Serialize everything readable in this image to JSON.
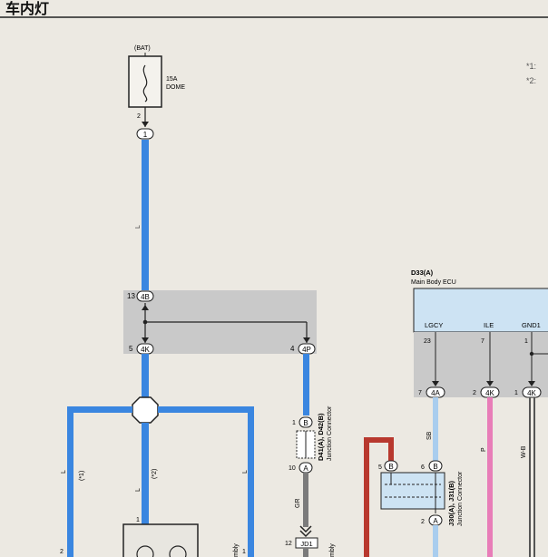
{
  "header": {
    "title": "车内灯"
  },
  "notes": [
    "*1:",
    "*2:"
  ],
  "fuse": {
    "source": "(BAT)",
    "rating": "15A",
    "name": "DOME",
    "pin_label": "2",
    "connector": "1"
  },
  "junction_upper": {
    "pin_13": "13",
    "conn_4b": "4B",
    "pin_5": "5",
    "conn_4k": "4K",
    "pin_4": "4",
    "conn_4p": "4P"
  },
  "junction_d41": {
    "pin_1": "1",
    "conn_b": "B",
    "pin_10": "10",
    "conn_a": "A",
    "id_label": "D41(A), D42(B)",
    "name": "Junction Connector",
    "wire_color": "GR",
    "jd_pin": "12",
    "jd_label": "JD1"
  },
  "ecu": {
    "id": "D33(A)",
    "name": "Main Body ECU",
    "terminals": [
      "LGCY",
      "ILE",
      "GND1"
    ],
    "pins": [
      "23",
      "7",
      "1"
    ],
    "wire_colors": [
      "SB",
      "P",
      "W-B"
    ],
    "connectors": [
      {
        "pin": "7",
        "conn": "4A"
      },
      {
        "pin": "2",
        "conn": "4K"
      },
      {
        "pin": "1",
        "conn": "4K"
      }
    ]
  },
  "junction_j30": {
    "pin_5": "5",
    "conn_b1": "B",
    "pin_6": "6",
    "conn_b2": "B",
    "pin_2": "2",
    "conn_a": "A",
    "id_label": "J30(A), J31(B)",
    "name": "Junction Connector"
  },
  "branch_labels": {
    "left": "(*1)",
    "center": "(*2)",
    "wire_l": "L"
  },
  "lamp": {
    "pin_top": "1",
    "pin_left": "2",
    "pin_right": "1",
    "side_text": "mbly"
  },
  "colors": {
    "blue_wire": "#3a86e0",
    "light_blue_wire": "#a9cdee",
    "pink_wire": "#e87db8",
    "red_wire": "#b8382e",
    "grey_wire": "#7b7b7b",
    "ecu_box": "#cde3f3",
    "junction_box": "#c9c9c9"
  }
}
